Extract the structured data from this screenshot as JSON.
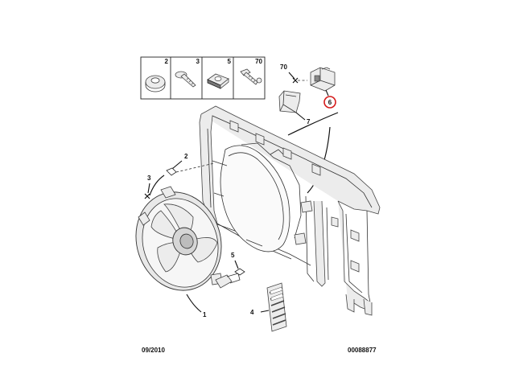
{
  "legend": {
    "cells": [
      "2",
      "3",
      "5",
      "70"
    ]
  },
  "callouts": {
    "c70": "70",
    "c6": "6",
    "c7": "7",
    "c2": "2",
    "c3": "3",
    "c5": "5",
    "c4": "4",
    "c1": "1"
  },
  "highlight_color": "#d41a1a",
  "footer": {
    "date": "09/2010",
    "ref": "00088877"
  }
}
